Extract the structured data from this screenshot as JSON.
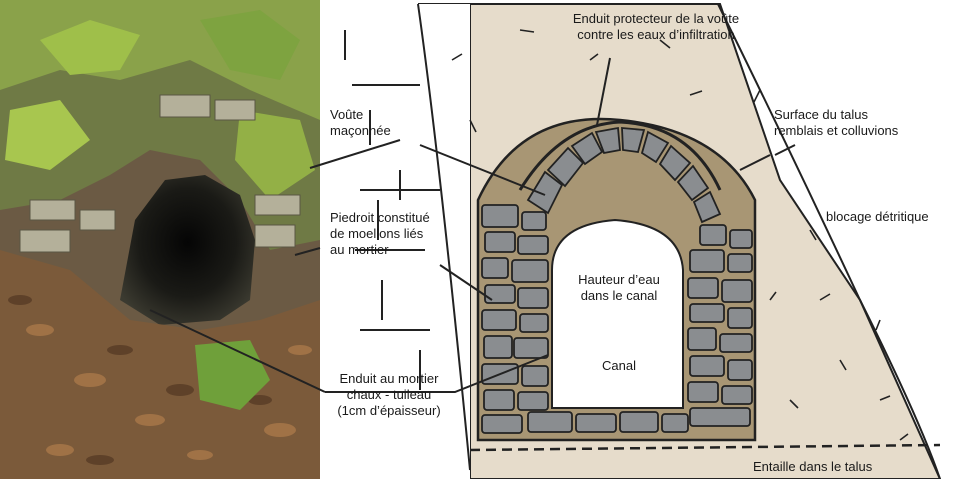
{
  "labels": {
    "enduit_protecteur_l1": "Enduit protecteur de la voûte",
    "enduit_protecteur_l2": "contre les eaux d’infiltration",
    "voute_l1": "Voûte",
    "voute_l2": "maçonnée",
    "surface_talus_l1": "Surface du talus",
    "surface_talus_l2": "remblais et colluvions",
    "piedroit_l1": "Piedroit constitué",
    "piedroit_l2": "de moellons liés",
    "piedroit_l3": "au mortier",
    "blocage": "blocage détritique",
    "hauteur_l1": "Hauteur d’eau",
    "hauteur_l2": "dans le canal",
    "canal": "Canal",
    "enduit_mortier_l1": "Enduit au mortier",
    "enduit_mortier_l2": "chaux - tuileau",
    "enduit_mortier_l3": "(1cm d’épaisseur)",
    "entaille": "Entaille dans le talus"
  },
  "colors": {
    "talus_fill": "#e6dccb",
    "mortar_fill": "#a89674",
    "stone_fill": "#8a8d90",
    "stone_edge": "#222222",
    "canal_fill": "#ffffff"
  }
}
